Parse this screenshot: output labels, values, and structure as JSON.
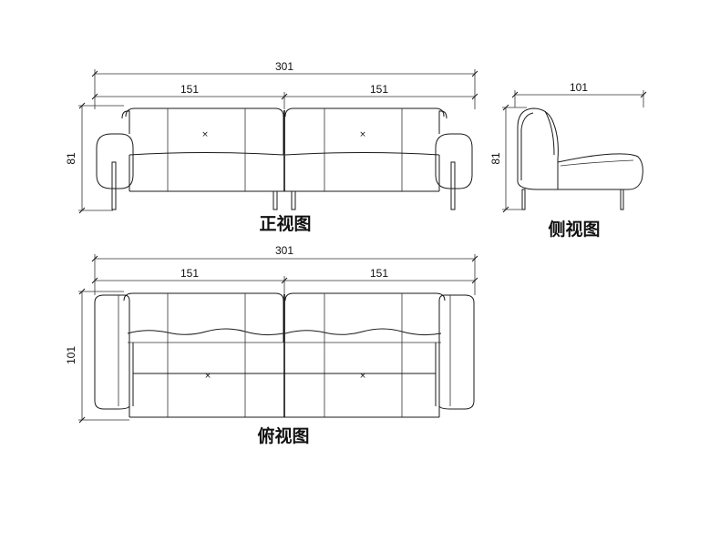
{
  "front_view": {
    "title": "正视图",
    "overall_width": "301",
    "half_left": "151",
    "half_right": "151",
    "height": "81"
  },
  "side_view": {
    "title": "侧视图",
    "depth": "101",
    "height": "81"
  },
  "top_view": {
    "title": "俯视图",
    "overall_width": "301",
    "half_left": "151",
    "half_right": "151",
    "depth": "101"
  }
}
